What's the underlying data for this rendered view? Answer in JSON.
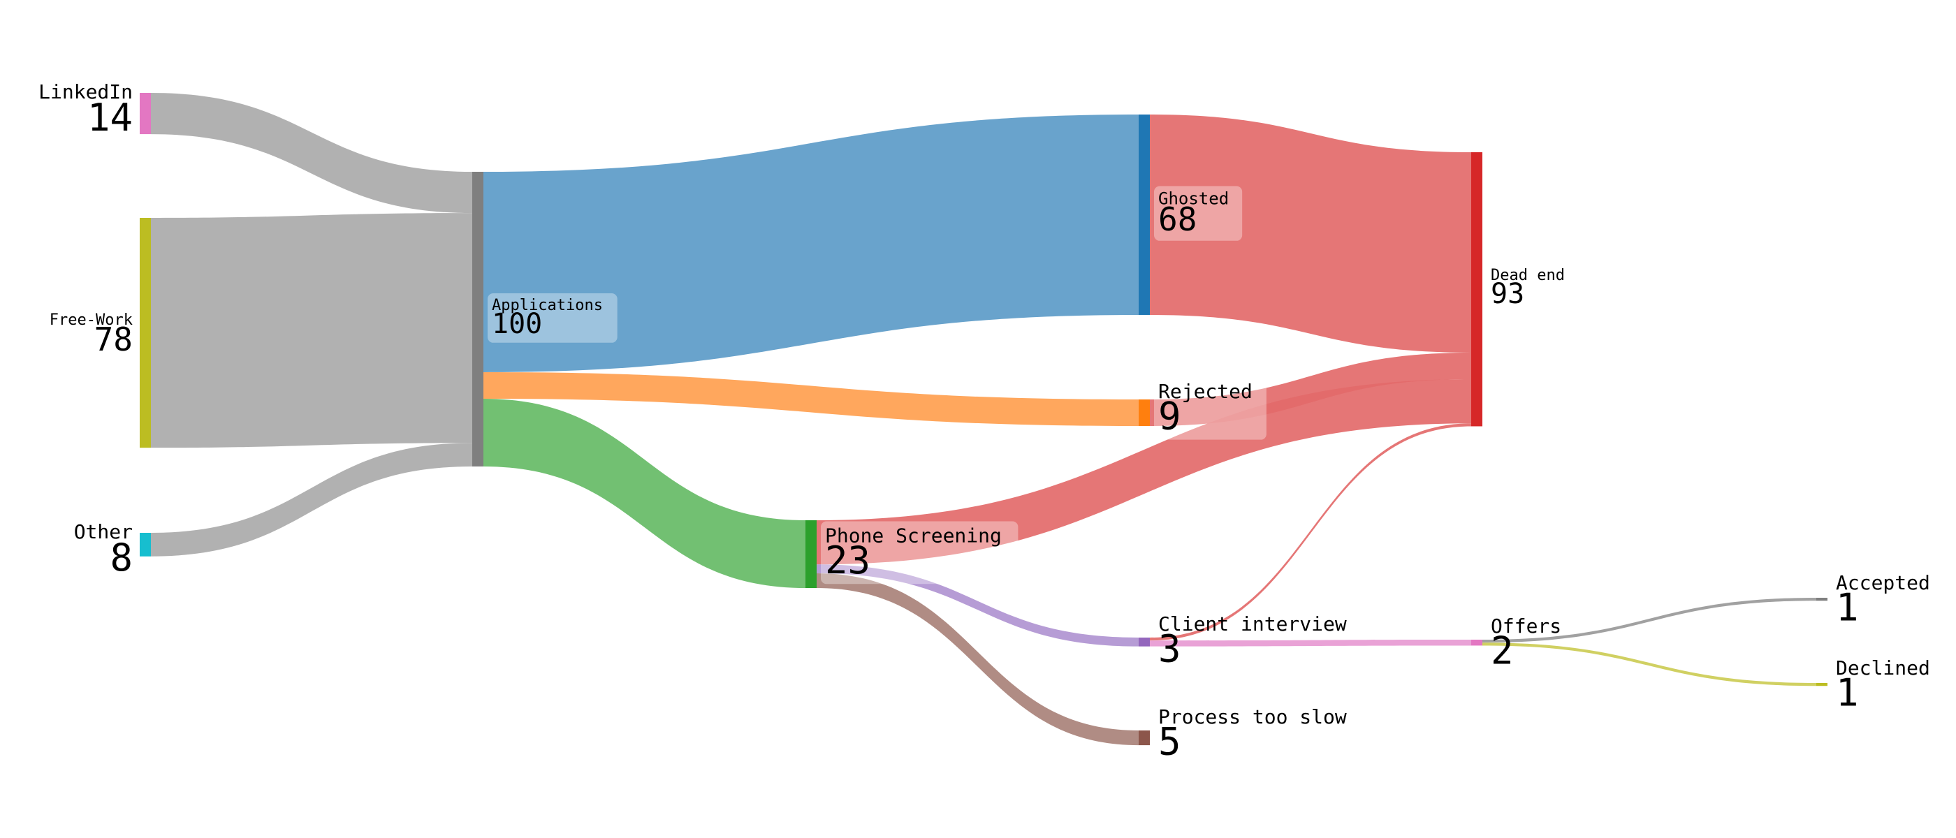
{
  "chart_data": {
    "type": "sankey",
    "title": "",
    "nodes": [
      {
        "id": "linkedin",
        "label": "LinkedIn",
        "value": "14",
        "color": "#e377c2"
      },
      {
        "id": "freework",
        "label": "Free-Work",
        "value": "78",
        "color": "#bcbd22"
      },
      {
        "id": "other",
        "label": "Other",
        "value": "8",
        "color": "#17becf"
      },
      {
        "id": "applications",
        "label": "Applications",
        "value": "100",
        "color": "#7f7f7f"
      },
      {
        "id": "ghosted",
        "label": "Ghosted",
        "value": "68",
        "color": "#1f77b4"
      },
      {
        "id": "rejected",
        "label": "Rejected",
        "value": "9",
        "color": "#ff7f0e"
      },
      {
        "id": "phone",
        "label": "Phone Screening",
        "value": "23",
        "color": "#2ca02c"
      },
      {
        "id": "client",
        "label": "Client interview",
        "value": "3",
        "color": "#9467bd"
      },
      {
        "id": "slow",
        "label": "Process too slow",
        "value": "5",
        "color": "#8c564b"
      },
      {
        "id": "deadend",
        "label": "Dead end",
        "value": "93",
        "color": "#d62728"
      },
      {
        "id": "offers",
        "label": "Offers",
        "value": "2",
        "color": "#e377c2"
      },
      {
        "id": "accepted",
        "label": "Accepted",
        "value": "1",
        "color": "#7f7f7f"
      },
      {
        "id": "declined",
        "label": "Declined",
        "value": "1",
        "color": "#bcbd22"
      }
    ],
    "links": [
      {
        "source": "linkedin",
        "target": "applications",
        "value": 14
      },
      {
        "source": "freework",
        "target": "applications",
        "value": 78
      },
      {
        "source": "other",
        "target": "applications",
        "value": 8
      },
      {
        "source": "applications",
        "target": "ghosted",
        "value": 68
      },
      {
        "source": "applications",
        "target": "rejected",
        "value": 9
      },
      {
        "source": "applications",
        "target": "phone",
        "value": 23
      },
      {
        "source": "ghosted",
        "target": "deadend",
        "value": 68
      },
      {
        "source": "rejected",
        "target": "deadend",
        "value": 9
      },
      {
        "source": "phone",
        "target": "deadend",
        "value": 15
      },
      {
        "source": "phone",
        "target": "client",
        "value": 3
      },
      {
        "source": "phone",
        "target": "slow",
        "value": 5
      },
      {
        "source": "client",
        "target": "deadend",
        "value": 1
      },
      {
        "source": "client",
        "target": "offers",
        "value": 2
      },
      {
        "source": "offers",
        "target": "accepted",
        "value": 1
      },
      {
        "source": "offers",
        "target": "declined",
        "value": 1
      }
    ]
  }
}
